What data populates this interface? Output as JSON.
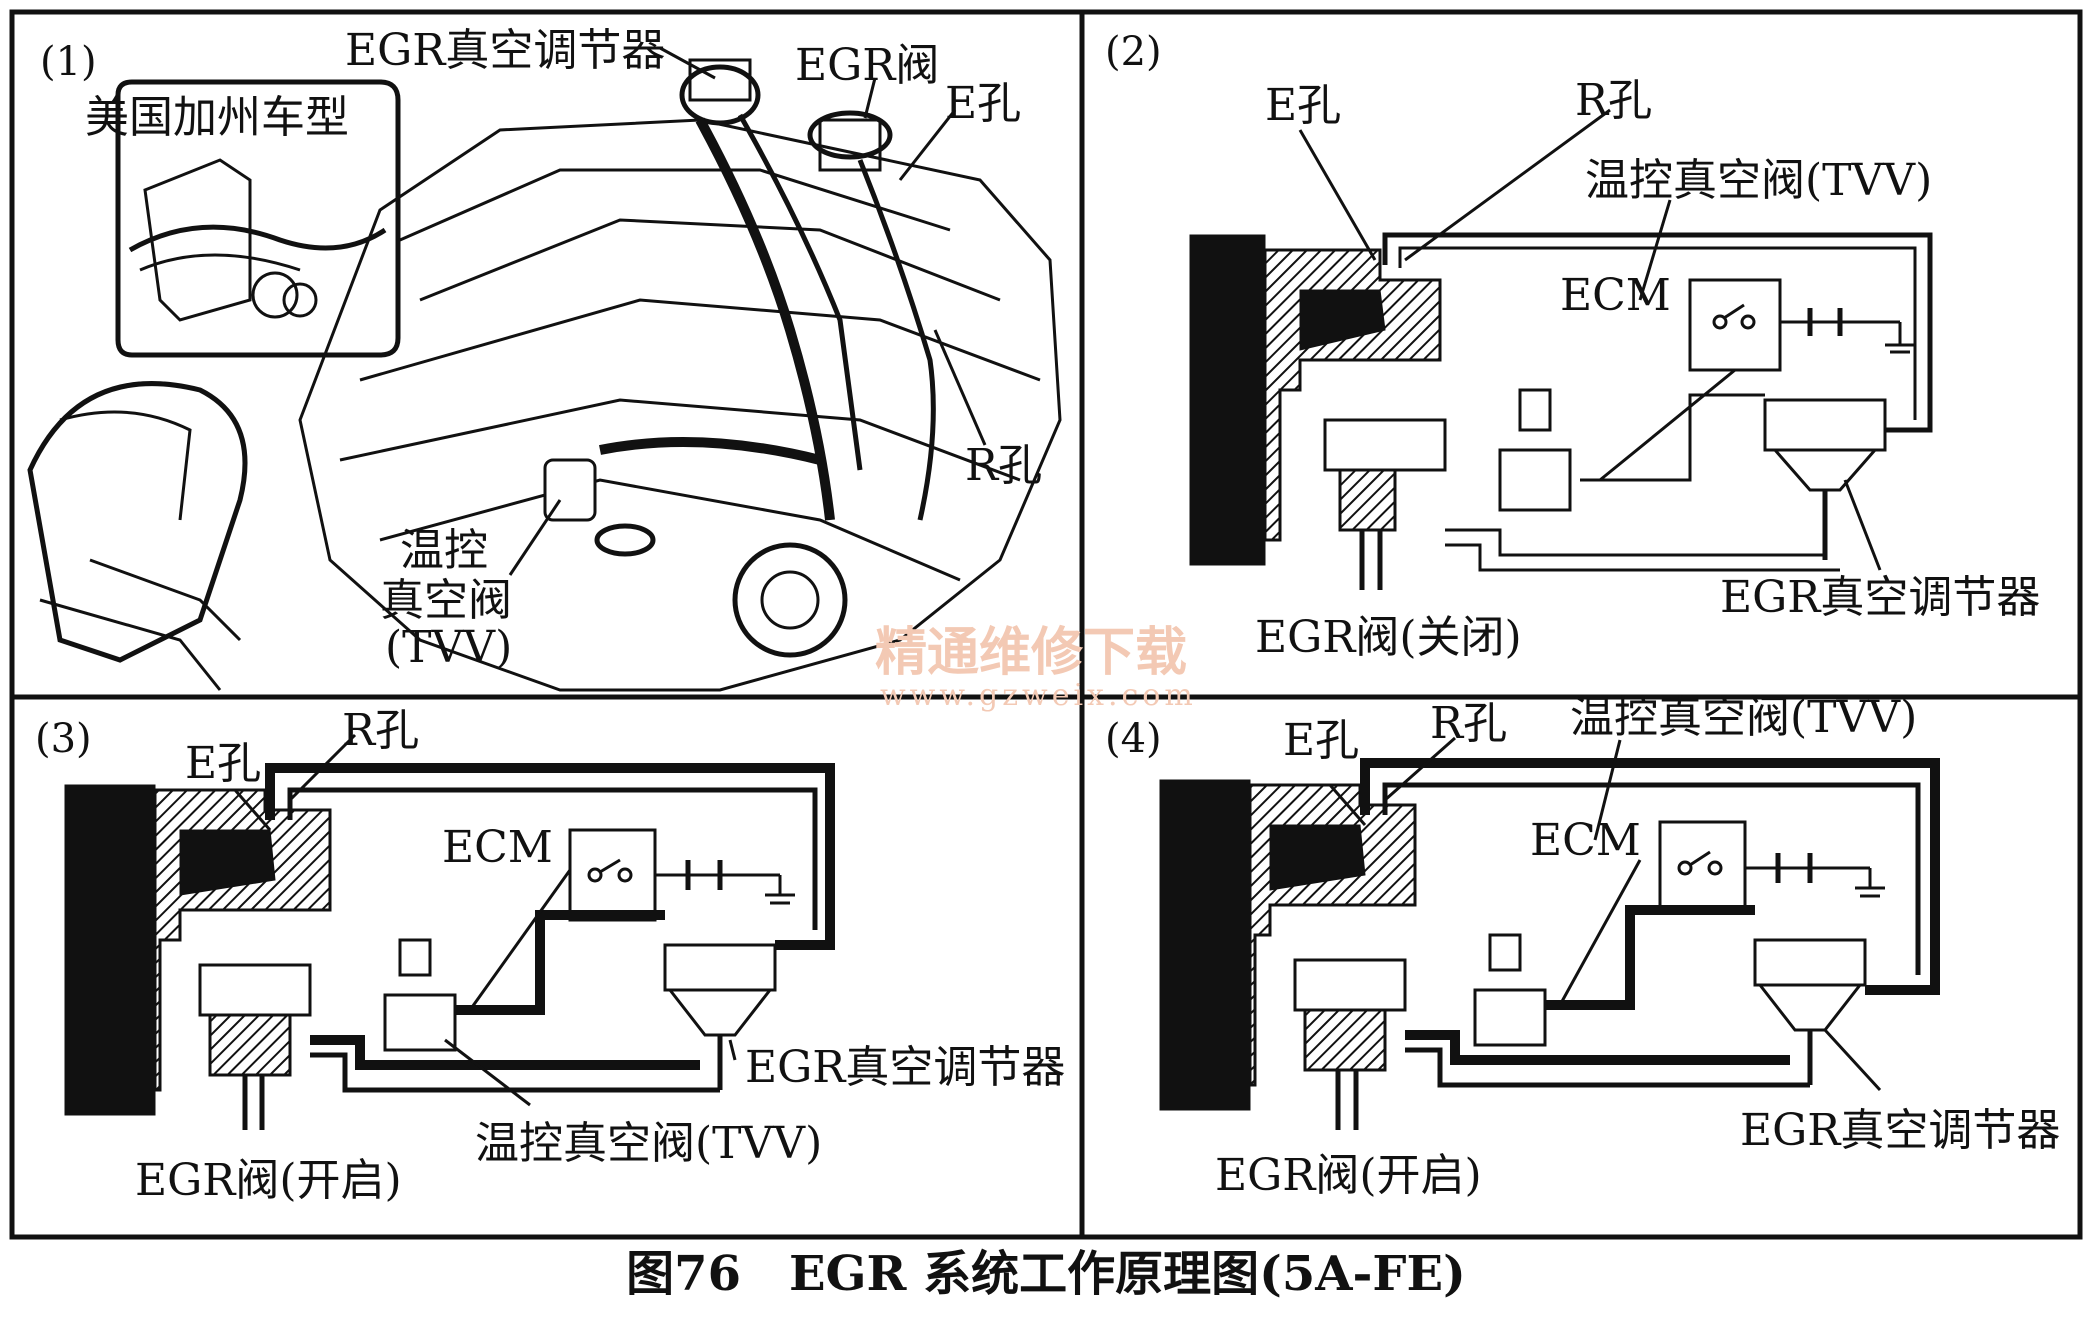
{
  "panels": [
    {
      "number": "(1)",
      "labels": {
        "egr_regulator": "EGR真空调节器",
        "egr_valve": "EGR阀",
        "e_port": "E孔",
        "california": "美国加州车型",
        "r_port": "R孔",
        "tvv_line1": "温控",
        "tvv_line2": "真空阀",
        "tvv_line3": "(TVV)"
      }
    },
    {
      "number": "(2)",
      "labels": {
        "e_port": "E孔",
        "r_port": "R孔",
        "tvv": "温控真空阀(TVV)",
        "ecm": "ECM",
        "egr_regulator": "EGR真空调节器",
        "egr_valve": "EGR阀(关闭)"
      }
    },
    {
      "number": "(3)",
      "labels": {
        "e_port": "E孔",
        "r_port": "R孔",
        "ecm": "ECM",
        "egr_regulator": "EGR真空调节器",
        "tvv": "温控真空阀(TVV)",
        "egr_valve": "EGR阀(开启)"
      }
    },
    {
      "number": "(4)",
      "labels": {
        "e_port": "E孔",
        "r_port": "R孔",
        "tvv": "温控真空阀(TVV)",
        "ecm": "ECM",
        "egr_regulator": "EGR真空调节器",
        "egr_valve": "EGR阀(开启)"
      }
    }
  ],
  "watermark": {
    "line1": "精通维修下载",
    "line2": "www.gzweix.com"
  },
  "caption": "图76　EGR 系统工作原理图(5A-FE)"
}
